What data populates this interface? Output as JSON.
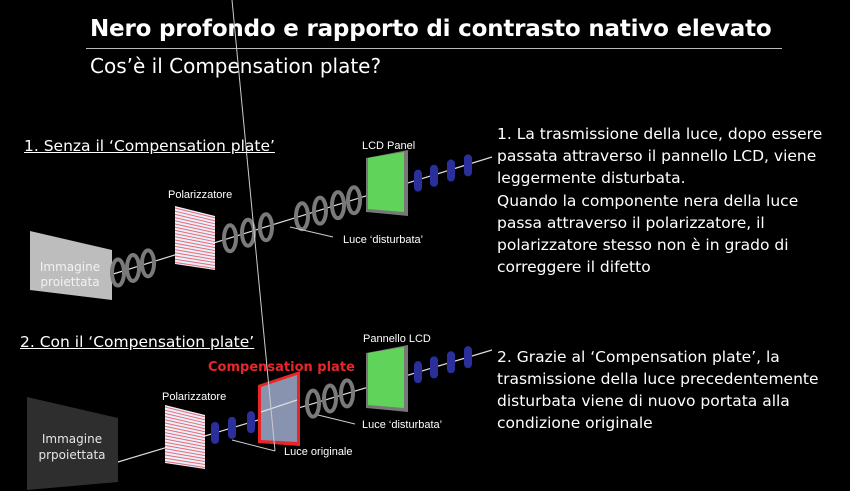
{
  "title": "Nero profondo e rapporto di contrasto nativo elevato",
  "subtitle": "Cos’è il Compensation plate?",
  "section1": {
    "heading": "1. Senza il ‘Compensation plate’",
    "screen_label_1": "Immagine",
    "screen_label_2": "proiettata",
    "polarizer_label": "Polarizzatore",
    "panel_label": "LCD Panel",
    "light_label": "Luce ‘disturbata’",
    "text_1": "1. La trasmissione della luce, dopo essere passata attraverso il pannello LCD, viene leggermente disturbata.",
    "text_2": "Quando la componente nera della luce passa attraverso il polarizzatore, il polarizzatore stesso non è in grado di correggere il difetto"
  },
  "section2": {
    "heading": "2. Con il ‘Compensation plate’",
    "screen_label_1": "Immagine",
    "screen_label_2": "prpoiettata",
    "polarizer_label": "Polarizzatore",
    "compensation_label": "Compensation plate",
    "panel_label": "Pannello LCD",
    "disturbed_label": "Luce ‘disturbata’",
    "original_label": "Luce originale",
    "text_1": "2. Grazie al ‘Compensation plate’, la trasmissione della luce precedentemente disturbata viene di nuovo portata alla condizione originale"
  },
  "colors": {
    "accent_red": "#e8262a",
    "panel_green": "#5fd35a",
    "light_blue": "#2b2f9c",
    "ring_gray": "#7a7a7a"
  }
}
